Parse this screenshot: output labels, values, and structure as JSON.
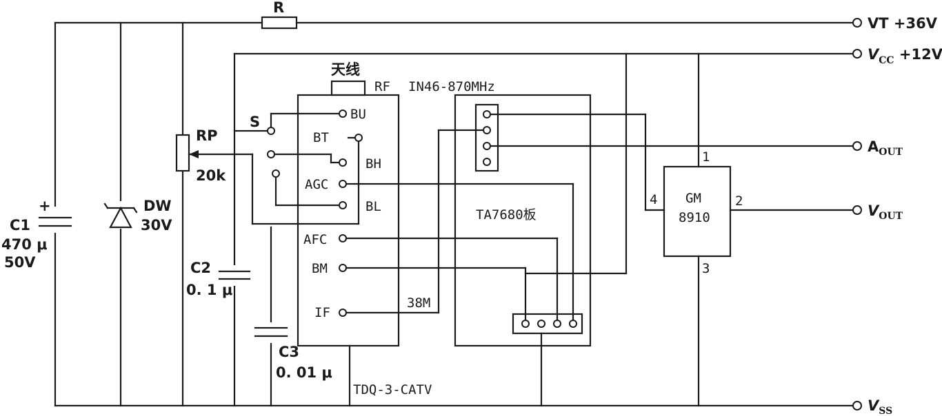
{
  "components": {
    "R": "R",
    "RP": "RP",
    "RP_value": "20k",
    "S": "S",
    "C1": "C1",
    "C1_value1": "470 μ",
    "C1_value2": "50V",
    "C1_plus": "+",
    "DW": "DW",
    "DW_value": "30V",
    "C2": "C2",
    "C2_value": "0. 1 μ",
    "C3": "C3",
    "C3_value": "0. 01 μ"
  },
  "terminals": {
    "vt": "VT +36V",
    "vcc_main": "V",
    "vcc_sub": "CC",
    "vcc_rest": " +12V",
    "aout_main": "A",
    "aout_sub": "OUT",
    "vout_main": "V",
    "vout_sub": "OUT",
    "vss_main": "V",
    "vss_sub": "SS"
  },
  "tuner": {
    "antenna": "天线",
    "rf": "RF",
    "freq": "IN46-870MHz",
    "name": "TDQ-3-CATV",
    "pins": [
      "BU",
      "BT",
      "BH",
      "AGC",
      "BL",
      "AFC",
      "BM",
      "IF"
    ]
  },
  "board": {
    "label": "TA7680板",
    "if_label": "38M"
  },
  "ic": {
    "name1": "GM",
    "name2": "8910",
    "pins": [
      "1",
      "2",
      "3",
      "4"
    ]
  }
}
